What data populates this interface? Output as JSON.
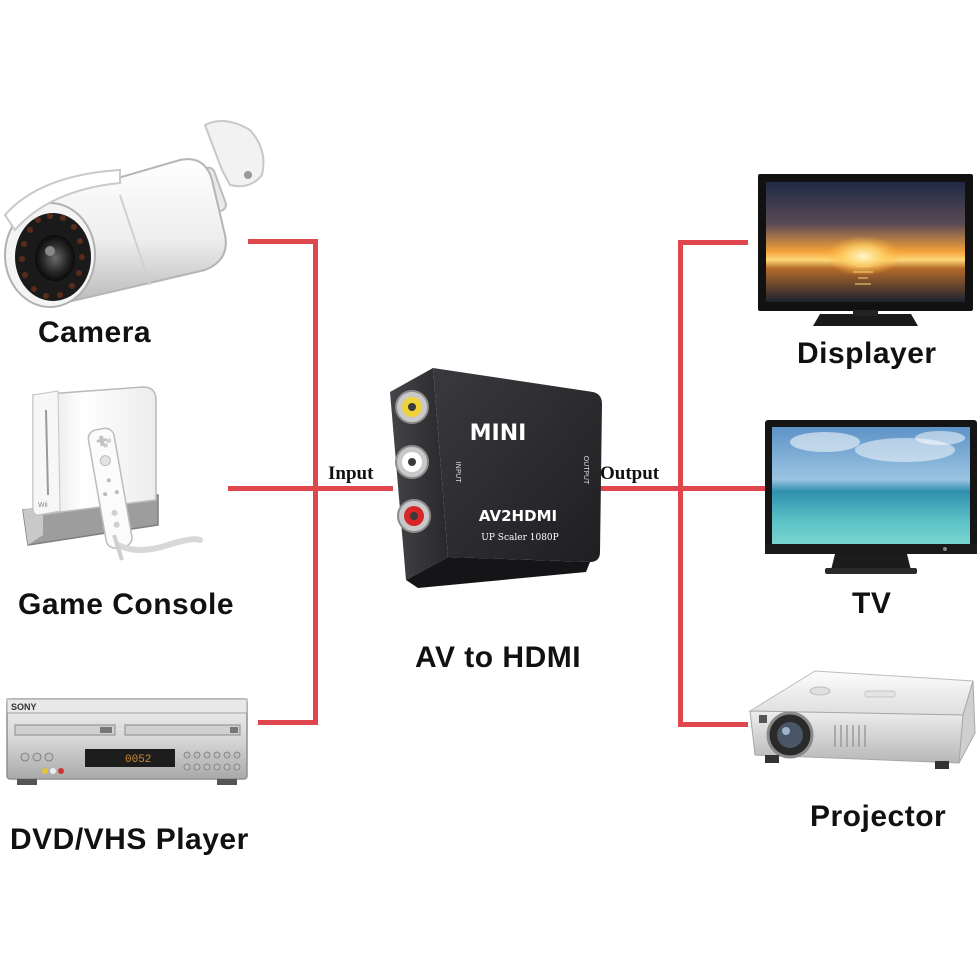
{
  "inputs": [
    {
      "id": "camera",
      "label": "Camera",
      "icon": "security-camera-icon"
    },
    {
      "id": "game-console",
      "label": "Game Console",
      "icon": "game-console-icon"
    },
    {
      "id": "dvd-vhs",
      "label": "DVD/VHS Player",
      "icon": "dvd-vhs-player-icon"
    }
  ],
  "outputs": [
    {
      "id": "displayer",
      "label": "Displayer",
      "icon": "monitor-icon"
    },
    {
      "id": "tv",
      "label": "TV",
      "icon": "tv-icon"
    },
    {
      "id": "projector",
      "label": "Projector",
      "icon": "projector-icon"
    }
  ],
  "converter": {
    "label": "AV to HDMI",
    "brand": "MINI",
    "model": "AV2HDMI",
    "subtitle": "UP Scaler 1080P",
    "port_in": "INPUT",
    "port_out": "OUTPUT",
    "icon": "av-to-hdmi-converter-icon"
  },
  "edges": {
    "input_label": "Input",
    "output_label": "Output"
  },
  "dvd_brand": "SONY",
  "dvd_counter": "0052",
  "colors": {
    "connector_line": "#e0474c",
    "converter_body": "#2b2b2e"
  }
}
